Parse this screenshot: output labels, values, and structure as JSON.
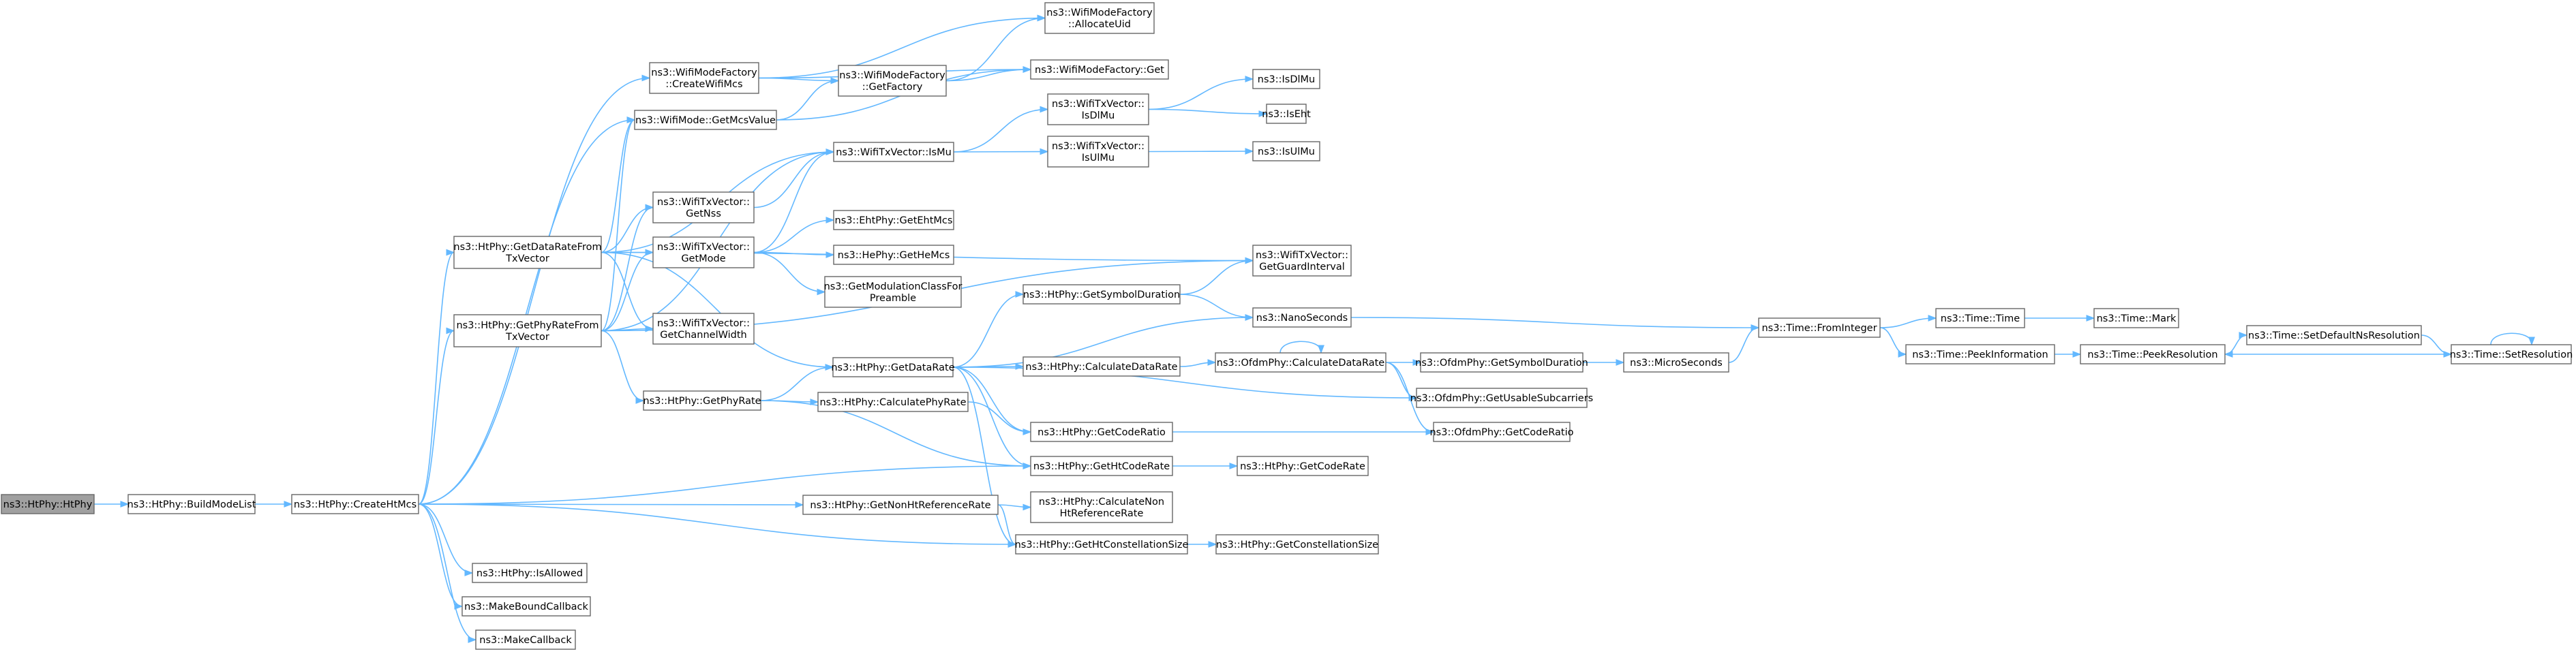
{
  "colors": {
    "edge": "#63b8ff",
    "node_border": "#666666",
    "root_fill": "#a0a0a0",
    "node_fill": "#ffffff"
  },
  "nodes": [
    {
      "id": "n0",
      "lines": [
        "ns3::HtPhy::HtPhy"
      ],
      "root": true
    },
    {
      "id": "n1",
      "lines": [
        "ns3::HtPhy::BuildModeList"
      ]
    },
    {
      "id": "n2",
      "lines": [
        "ns3::HtPhy::CreateHtMcs"
      ]
    },
    {
      "id": "n3",
      "lines": [
        "ns3::HtPhy::GetDataRateFrom",
        "TxVector"
      ]
    },
    {
      "id": "n4",
      "lines": [
        "ns3::HtPhy::GetPhyRateFrom",
        "TxVector"
      ]
    },
    {
      "id": "n5",
      "lines": [
        "ns3::HtPhy::IsAllowed"
      ]
    },
    {
      "id": "n6",
      "lines": [
        "ns3::MakeBoundCallback"
      ]
    },
    {
      "id": "n7",
      "lines": [
        "ns3::MakeCallback"
      ]
    },
    {
      "id": "n8",
      "lines": [
        "ns3::WifiModeFactory",
        "::CreateWifiMcs"
      ]
    },
    {
      "id": "n9",
      "lines": [
        "ns3::WifiMode::GetMcsValue"
      ]
    },
    {
      "id": "n10",
      "lines": [
        "ns3::WifiTxVector::",
        "GetNss"
      ]
    },
    {
      "id": "n11",
      "lines": [
        "ns3::WifiTxVector::",
        "GetMode"
      ]
    },
    {
      "id": "n12",
      "lines": [
        "ns3::WifiTxVector::",
        "GetChannelWidth"
      ]
    },
    {
      "id": "n13",
      "lines": [
        "ns3::HtPhy::GetPhyRate"
      ]
    },
    {
      "id": "n14",
      "lines": [
        "ns3::WifiModeFactory",
        "::GetFactory"
      ]
    },
    {
      "id": "n15",
      "lines": [
        "ns3::WifiTxVector::IsMu"
      ]
    },
    {
      "id": "n16",
      "lines": [
        "ns3::EhtPhy::GetEhtMcs"
      ]
    },
    {
      "id": "n17",
      "lines": [
        "ns3::HePhy::GetHeMcs"
      ]
    },
    {
      "id": "n18",
      "lines": [
        "ns3::GetModulationClassFor",
        "Preamble"
      ]
    },
    {
      "id": "n19",
      "lines": [
        "ns3::HtPhy::GetDataRate"
      ]
    },
    {
      "id": "n20",
      "lines": [
        "ns3::HtPhy::CalculatePhyRate"
      ]
    },
    {
      "id": "n21",
      "lines": [
        "ns3::HtPhy::GetNonHtReferenceRate"
      ]
    },
    {
      "id": "n22",
      "lines": [
        "ns3::WifiModeFactory",
        "::AllocateUid"
      ]
    },
    {
      "id": "n23",
      "lines": [
        "ns3::WifiModeFactory::Get"
      ]
    },
    {
      "id": "n24",
      "lines": [
        "ns3::WifiTxVector::",
        "IsDlMu"
      ]
    },
    {
      "id": "n25",
      "lines": [
        "ns3::WifiTxVector::",
        "IsUlMu"
      ]
    },
    {
      "id": "n26",
      "lines": [
        "ns3::HtPhy::GetSymbolDuration"
      ]
    },
    {
      "id": "n27",
      "lines": [
        "ns3::HtPhy::CalculateDataRate"
      ]
    },
    {
      "id": "n28",
      "lines": [
        "ns3::HtPhy::GetCodeRatio"
      ]
    },
    {
      "id": "n29",
      "lines": [
        "ns3::HtPhy::GetHtCodeRate"
      ]
    },
    {
      "id": "n30",
      "lines": [
        "ns3::HtPhy::CalculateNon",
        "HtReferenceRate"
      ]
    },
    {
      "id": "n31",
      "lines": [
        "ns3::HtPhy::GetHtConstellationSize"
      ]
    },
    {
      "id": "n32",
      "lines": [
        "ns3::IsDlMu"
      ]
    },
    {
      "id": "n33",
      "lines": [
        "ns3::IsEht"
      ]
    },
    {
      "id": "n34",
      "lines": [
        "ns3::IsUlMu"
      ]
    },
    {
      "id": "n35",
      "lines": [
        "ns3::WifiTxVector::",
        "GetGuardInterval"
      ]
    },
    {
      "id": "n36",
      "lines": [
        "ns3::NanoSeconds"
      ]
    },
    {
      "id": "n37",
      "lines": [
        "ns3::OfdmPhy::CalculateDataRate"
      ]
    },
    {
      "id": "n38",
      "lines": [
        "ns3::HtPhy::GetCodeRate"
      ]
    },
    {
      "id": "n39",
      "lines": [
        "ns3::HtPhy::GetConstellationSize"
      ]
    },
    {
      "id": "n40",
      "lines": [
        "ns3::OfdmPhy::GetSymbolDuration"
      ]
    },
    {
      "id": "n41",
      "lines": [
        "ns3::OfdmPhy::GetUsableSubcarriers"
      ]
    },
    {
      "id": "n42",
      "lines": [
        "ns3::OfdmPhy::GetCodeRatio"
      ]
    },
    {
      "id": "n43",
      "lines": [
        "ns3::MicroSeconds"
      ]
    },
    {
      "id": "n44",
      "lines": [
        "ns3::Time::FromInteger"
      ]
    },
    {
      "id": "n45",
      "lines": [
        "ns3::Time::Time"
      ]
    },
    {
      "id": "n46",
      "lines": [
        "ns3::Time::PeekInformation"
      ]
    },
    {
      "id": "n47",
      "lines": [
        "ns3::Time::Mark"
      ]
    },
    {
      "id": "n48",
      "lines": [
        "ns3::Time::PeekResolution"
      ]
    },
    {
      "id": "n49",
      "lines": [
        "ns3::Time::SetDefaultNsResolution"
      ]
    },
    {
      "id": "n50",
      "lines": [
        "ns3::Time::SetResolution"
      ]
    }
  ],
  "edges": [
    [
      "n0",
      "n1"
    ],
    [
      "n1",
      "n2"
    ],
    [
      "n2",
      "n3"
    ],
    [
      "n2",
      "n4"
    ],
    [
      "n2",
      "n5"
    ],
    [
      "n2",
      "n6"
    ],
    [
      "n2",
      "n7"
    ],
    [
      "n2",
      "n8"
    ],
    [
      "n2",
      "n9"
    ],
    [
      "n2",
      "n29"
    ],
    [
      "n2",
      "n21"
    ],
    [
      "n2",
      "n31"
    ],
    [
      "n3",
      "n9"
    ],
    [
      "n3",
      "n10"
    ],
    [
      "n3",
      "n11"
    ],
    [
      "n3",
      "n12"
    ],
    [
      "n3",
      "n19"
    ],
    [
      "n3",
      "n15"
    ],
    [
      "n3",
      "n35"
    ],
    [
      "n4",
      "n9"
    ],
    [
      "n4",
      "n10"
    ],
    [
      "n4",
      "n11"
    ],
    [
      "n4",
      "n12"
    ],
    [
      "n4",
      "n13"
    ],
    [
      "n4",
      "n15"
    ],
    [
      "n4",
      "n35"
    ],
    [
      "n8",
      "n14"
    ],
    [
      "n8",
      "n22"
    ],
    [
      "n8",
      "n23"
    ],
    [
      "n9",
      "n14"
    ],
    [
      "n9",
      "n23"
    ],
    [
      "n10",
      "n15"
    ],
    [
      "n11",
      "n15"
    ],
    [
      "n11",
      "n16"
    ],
    [
      "n11",
      "n17"
    ],
    [
      "n11",
      "n18"
    ],
    [
      "n13",
      "n19"
    ],
    [
      "n13",
      "n20"
    ],
    [
      "n13",
      "n29"
    ],
    [
      "n14",
      "n22"
    ],
    [
      "n14",
      "n23"
    ],
    [
      "n15",
      "n24"
    ],
    [
      "n15",
      "n25"
    ],
    [
      "n19",
      "n26"
    ],
    [
      "n19",
      "n27"
    ],
    [
      "n19",
      "n28"
    ],
    [
      "n19",
      "n29"
    ],
    [
      "n19",
      "n31"
    ],
    [
      "n19",
      "n41"
    ],
    [
      "n19",
      "n36"
    ],
    [
      "n20",
      "n28"
    ],
    [
      "n21",
      "n30"
    ],
    [
      "n21",
      "n31"
    ],
    [
      "n24",
      "n32"
    ],
    [
      "n24",
      "n33"
    ],
    [
      "n25",
      "n34"
    ],
    [
      "n26",
      "n35"
    ],
    [
      "n26",
      "n36"
    ],
    [
      "n27",
      "n37"
    ],
    [
      "n28",
      "n42"
    ],
    [
      "n29",
      "n38"
    ],
    [
      "n31",
      "n39"
    ],
    [
      "n36",
      "n44"
    ],
    [
      "n37",
      "n37"
    ],
    [
      "n37",
      "n40"
    ],
    [
      "n37",
      "n41"
    ],
    [
      "n37",
      "n42"
    ],
    [
      "n40",
      "n43"
    ],
    [
      "n43",
      "n44"
    ],
    [
      "n44",
      "n45"
    ],
    [
      "n44",
      "n46"
    ],
    [
      "n45",
      "n47"
    ],
    [
      "n46",
      "n48"
    ],
    [
      "n48",
      "n49"
    ],
    [
      "n49",
      "n50"
    ],
    [
      "n50",
      "n48"
    ],
    [
      "n50",
      "n50"
    ]
  ]
}
